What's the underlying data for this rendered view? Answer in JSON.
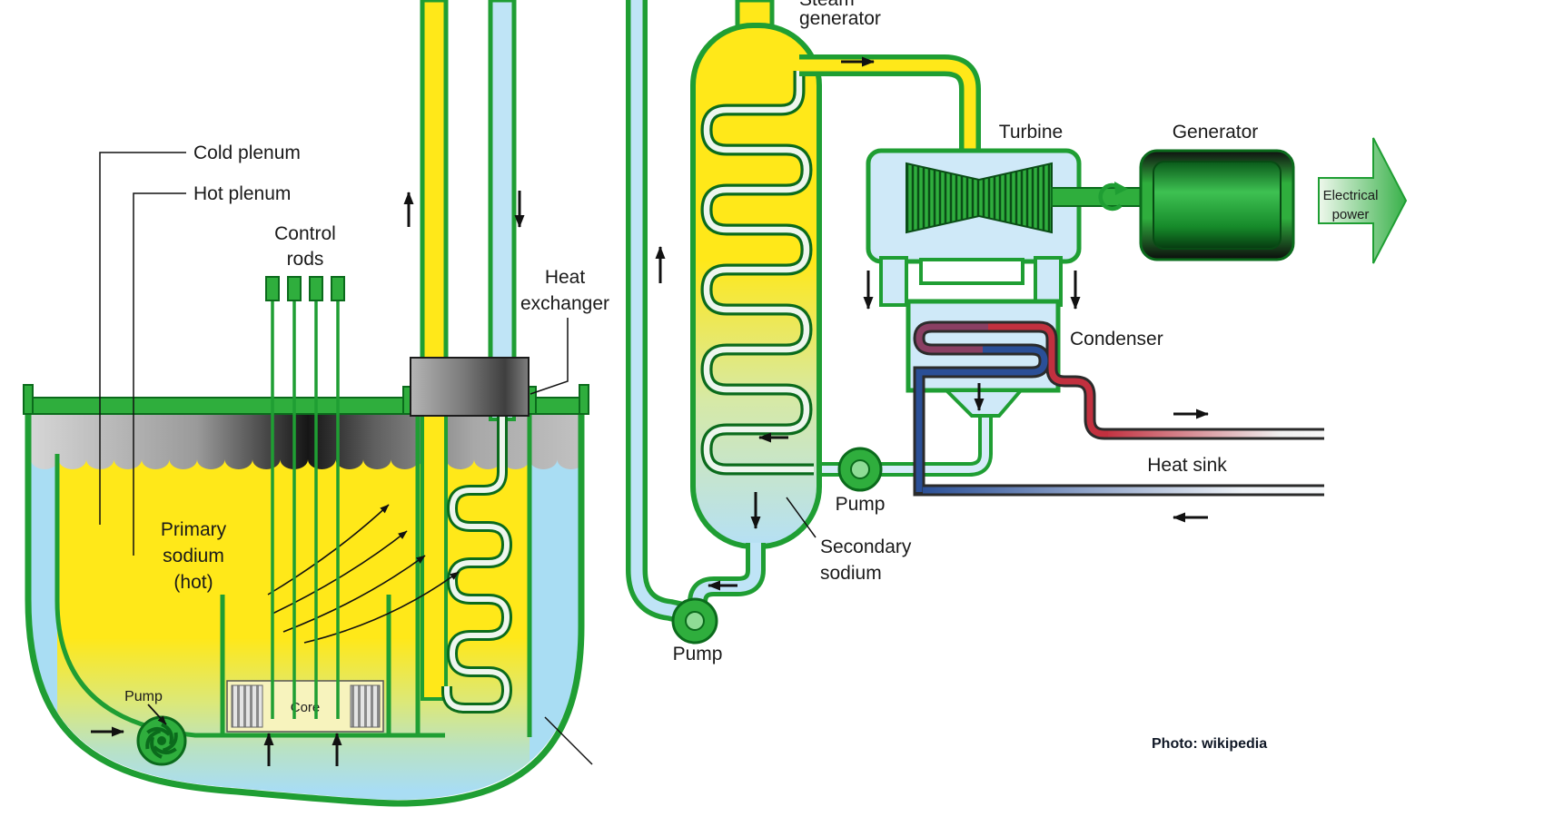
{
  "labels": {
    "steam_generator": {
      "line1": "Steam",
      "line2": "generator"
    },
    "cold_plenum": "Cold plenum",
    "hot_plenum": "Hot plenum",
    "control_rods": {
      "line1": "Control",
      "line2": "rods"
    },
    "heat_exchanger": {
      "line1": "Heat",
      "line2": "exchanger"
    },
    "primary_sodium": {
      "line1": "Primary",
      "line2": "sodium",
      "line3": "(hot)"
    },
    "pump_primary": "Pump",
    "core": "Core",
    "turbine": "Turbine",
    "generator": "Generator",
    "electrical_power": {
      "line1": "Electrical",
      "line2": "power"
    },
    "condenser": "Condenser",
    "heat_sink": "Heat sink",
    "pump_feedwater": "Pump",
    "secondary_sodium": {
      "line1": "Secondary",
      "line2": "sodium"
    },
    "pump_secondary": "Pump",
    "photo_credit": "Photo: wikipedia"
  },
  "colors": {
    "green": "#2fae3d",
    "dark_green": "#0b6b1c",
    "pipe_green": "#1f9e33",
    "yellow": "#ffe819",
    "light_blue": "#bfe4f6",
    "pale_blue": "#a9ddf3",
    "red": "#c2303f",
    "blue": "#2a4f97",
    "gray": "#8a8a8a"
  }
}
